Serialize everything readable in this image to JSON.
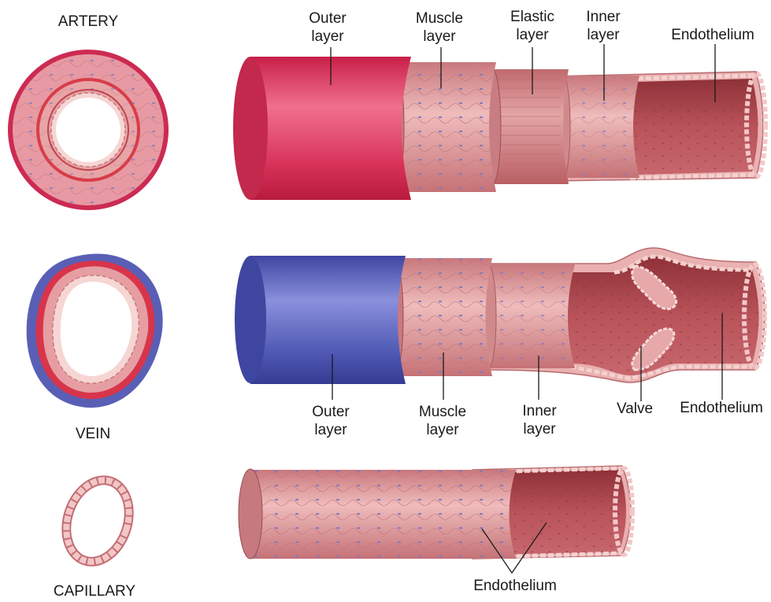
{
  "vessels": {
    "artery": {
      "name": "ARTERY",
      "colors": {
        "outer": "#d8335a",
        "muscle": "#e3a1a4",
        "elastic": "#d9918f",
        "inner": "#e8b3b1",
        "lumen": "#b9535a",
        "nuclei": "#7f7bbf"
      },
      "labels": {
        "outer": [
          "Outer",
          "layer"
        ],
        "muscle": [
          "Muscle",
          "layer"
        ],
        "elastic": [
          "Elastic",
          "layer"
        ],
        "inner": [
          "Inner",
          "layer"
        ],
        "endothelium": "Endothelium"
      }
    },
    "vein": {
      "name": "VEIN",
      "colors": {
        "outer": "#5059b4",
        "muscle": "#e3a1a4",
        "inner": "#e8b3b1",
        "lumen": "#b9535a"
      },
      "labels": {
        "outer": [
          "Outer",
          "layer"
        ],
        "muscle": [
          "Muscle",
          "layer"
        ],
        "inner": [
          "Inner",
          "layer"
        ],
        "valve": "Valve",
        "endothelium": "Endothelium"
      }
    },
    "capillary": {
      "name": "CAPILLARY",
      "colors": {
        "wall": "#e6a4a8",
        "lumen": "#b9535a"
      },
      "labels": {
        "endothelium": "Endothelium"
      }
    }
  }
}
